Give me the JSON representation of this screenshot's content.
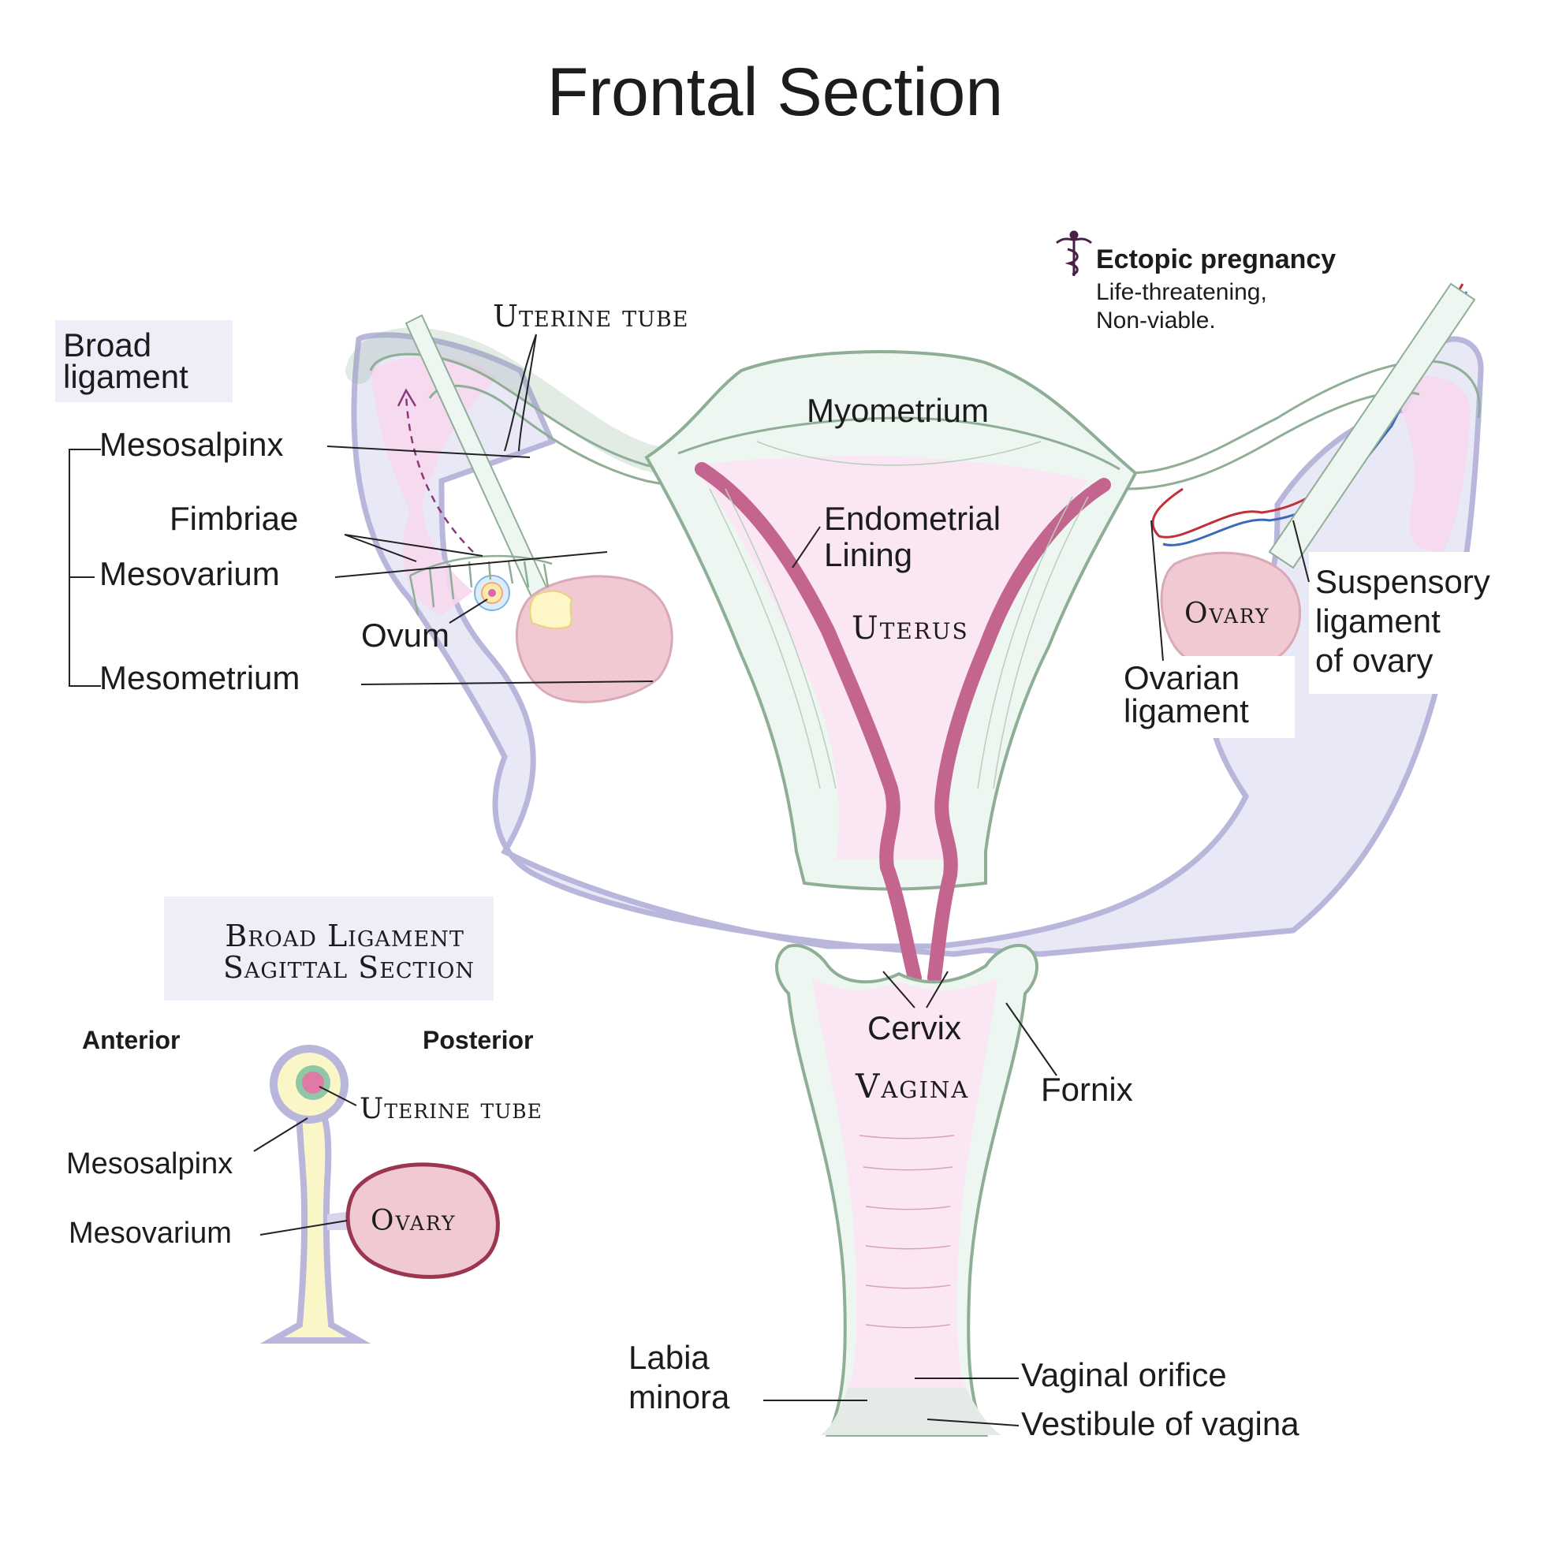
{
  "title": "Frontal Section",
  "labels": {
    "broad_ligament_line1": "Broad",
    "broad_ligament_line2": "ligament",
    "mesosalpinx": "Mesosalpinx",
    "fimbriae": "Fimbriae",
    "mesovarium": "Mesovarium",
    "ovum": "Ovum",
    "mesometrium": "Mesometrium",
    "uterine_tube": "Uterine tube",
    "myometrium": "Myometrium",
    "endometrial_line1": "Endometrial",
    "endometrial_line2": "Lining",
    "uterus": "Uterus",
    "ovary": "Ovary",
    "suspensory_line1": "Suspensory",
    "suspensory_line2": "ligament",
    "suspensory_line3": "of ovary",
    "ovarian_lig_line1": "Ovarian",
    "ovarian_lig_line2": "ligament",
    "cervix": "Cervix",
    "vagina": "Vagina",
    "fornix": "Fornix",
    "labia_line1": "Labia",
    "labia_line2": "minora",
    "vaginal_orifice": "Vaginal orifice",
    "vestibule": "Vestibule of vagina"
  },
  "note": {
    "heading": "Ectopic pregnancy",
    "line1": "Life-threatening,",
    "line2": "Non-viable."
  },
  "inset": {
    "title_line1": "Broad Ligament",
    "title_line2": "Sagittal Section",
    "anterior": "Anterior",
    "posterior": "Posterior",
    "uterine_tube": "Uterine tube",
    "mesosalpinx": "Mesosalpinx",
    "mesovarium": "Mesovarium",
    "ovary": "Ovary"
  },
  "colors": {
    "broad_ligament": "#e9e8f7",
    "broad_ligament_edge": "#b9b6dc",
    "uterus_wall": "#eef6f1",
    "wall_edge": "#8fae96",
    "endometrium": "#c4658f",
    "cavity": "#fbe7f4",
    "ovary": "#f0c9d3",
    "ovary_edge": "#9b3550",
    "label_box": "#eeedf8",
    "caduceus": "#4a1f45"
  }
}
